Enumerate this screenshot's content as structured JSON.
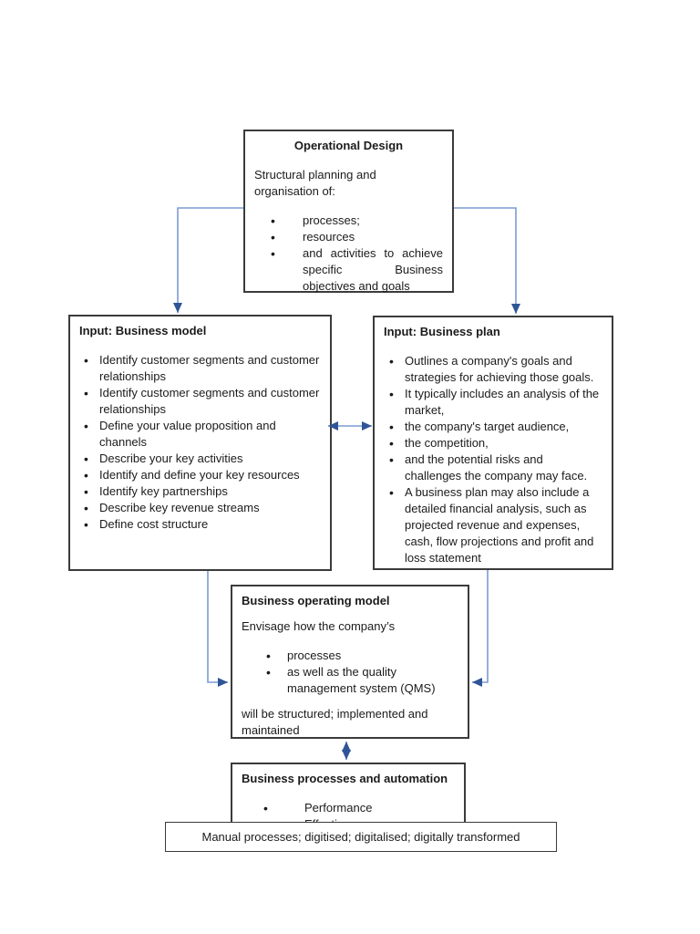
{
  "colors": {
    "connector_line": "#7C9BD4",
    "connector_arrowhead": "#2F5597",
    "box_border": "#3B3B3B",
    "text": "#1B1B1B",
    "page_bg": "#FFFFFF"
  },
  "operational_design": {
    "title": "Operational Design",
    "intro": "Structural planning and organisation of:",
    "bullets": [
      "processes;",
      "resources",
      "and activities to achieve specific Business objectives and goals"
    ]
  },
  "business_model": {
    "title": "Input: Business model",
    "bullets": [
      "Identify customer segments and customer relationships",
      "Identify customer segments and customer relationships",
      "Define your value proposition and channels",
      "Describe your key activities",
      "Identify and define your key resources",
      "Identify key partnerships",
      "Describe key revenue streams",
      "Define cost structure"
    ]
  },
  "business_plan": {
    "title": "Input: Business plan",
    "bullets": [
      "Outlines a company's goals and strategies for achieving those goals.",
      "It typically includes an analysis of the market,",
      "the company's target audience,",
      "the competition,",
      "and the potential risks and challenges the company may face.",
      "A business plan may also include a detailed financial analysis, such as projected revenue and expenses, cash, flow projections and profit and loss statement"
    ]
  },
  "business_operating_model": {
    "title": "Business operating model",
    "intro": "Envisage how the company’s",
    "bullets": [
      "processes",
      "as well as the quality management system (QMS)"
    ],
    "outro": "will be structured; implemented and maintained"
  },
  "business_processes": {
    "title": "Business processes and automation",
    "bullets": [
      "Performance",
      "Effectiveness"
    ]
  },
  "maturity_strip": {
    "label": "Manual processes; digitised; digitalised; digitally transformed"
  }
}
